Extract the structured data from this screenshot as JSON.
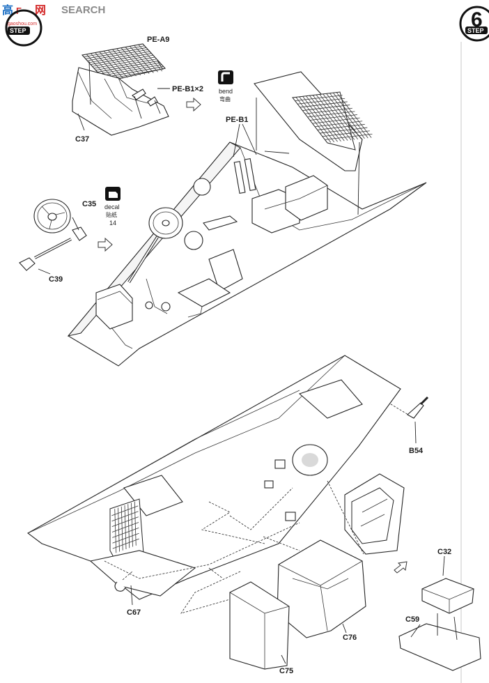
{
  "watermark": {
    "brand_left": "高",
    "brand_mid": "网",
    "brand_right": "SEARCH",
    "brand_fragment": "F",
    "url": "gaoshou.com"
  },
  "step_badges": {
    "left_text": "STEP",
    "right_number": "6",
    "right_text": "STEP"
  },
  "instructions": {
    "bend_en": "bend",
    "bend_cn": "弯曲",
    "decal_en": "decal",
    "decal_cn": "贴纸",
    "decal_no": "14"
  },
  "parts": {
    "pe_a9": "PE-A9",
    "pe_b1_x2": "PE-B1×2",
    "pe_b1": "PE-B1",
    "c37": "C37",
    "c35": "C35",
    "c39": "C39",
    "b54": "B54",
    "c32": "C32",
    "c59": "C59",
    "c67": "C67",
    "c76": "C76",
    "c75": "C75"
  },
  "colors": {
    "line": "#222222",
    "watermark_red": "#d42a2a",
    "watermark_blue": "#1c6fc4",
    "badge": "#111111"
  }
}
